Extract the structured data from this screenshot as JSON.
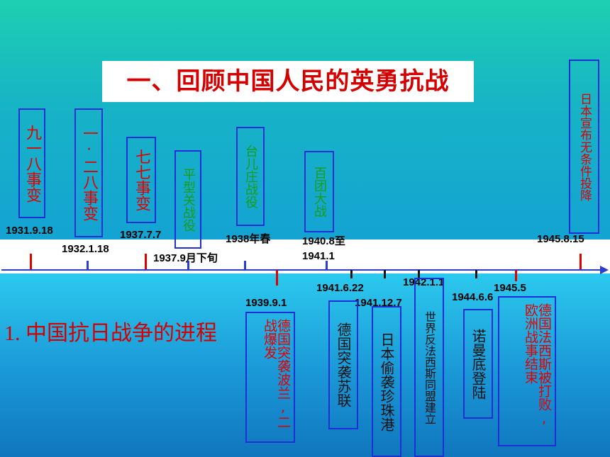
{
  "title": "一、回顾中国人民的英勇抗战",
  "section_heading": "1. 中国抗日战争的进程",
  "events_above": [
    {
      "label": "九一八事变",
      "date": "1931.9.18"
    },
    {
      "label": "一·二八事变",
      "date": "1932.1.18"
    },
    {
      "label": "七七事变",
      "date": "1937.7.7"
    },
    {
      "label": "平型关战役",
      "date": "1937.9月下旬"
    },
    {
      "label": "台儿庄战役",
      "date": "1938年春"
    },
    {
      "label": "百团大战",
      "date": "1940.8至1941.1"
    },
    {
      "label": "日本宣布无条件投降",
      "date": "1945.8.15"
    }
  ],
  "events_below": [
    {
      "label": "德国突袭波兰,二战爆发",
      "date": "1939.9.1"
    },
    {
      "label": "德国突袭苏联",
      "date": "1941.6.22"
    },
    {
      "label": "日本偷袭珍珠港",
      "date": "1941.12.7"
    },
    {
      "label": "世界反法西斯同盟建立",
      "date": "1942.1.1"
    },
    {
      "label": "诺曼底登陆",
      "date": "1944.6.6"
    },
    {
      "label": "德国法西斯被打败,欧洲战事结束",
      "date": "1945.5"
    }
  ],
  "colors": {
    "red": "#e10000",
    "green": "#1a9d1a",
    "box_border": "#1f2fd6",
    "axis": "#2c3bd0"
  }
}
